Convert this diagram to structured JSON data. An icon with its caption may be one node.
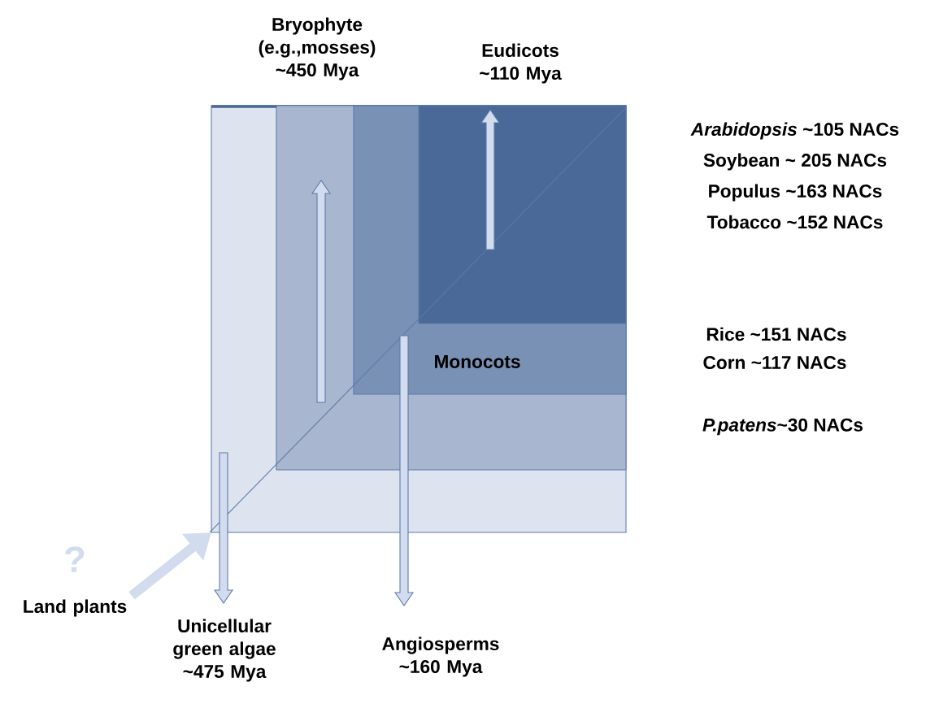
{
  "diagram": {
    "nodes": [
      {
        "text": [],
        "shape": "box"
      },
      {
        "text": [],
        "shape": "box",
        "in": 0
      },
      {
        "text": [
          "Monocots"
        ],
        "in": 1
      },
      {
        "text": [],
        "shape": "box",
        "in": 2
      },
      {
        "text": [
          "Bryophyte (e.g.,mosses) ~450 Mya"
        ]
      },
      {
        "text": [
          "Eudicots ~110 Mya"
        ]
      },
      {
        "text": [
          "Angiosperms ~160 Mya"
        ]
      },
      {
        "text": [
          "Unicellular green algae ~475 Mya"
        ]
      },
      {
        "text": [
          "Land plants"
        ]
      }
    ],
    "edges": [
      {
        "from": 8,
        "to": 0,
        "arrow": "to"
      }
    ],
    "labels": [
      "*Arabidopsis* ~105 NACs",
      "Soybean ~ 205 NACs",
      "Populus ~163 NACs",
      "Tobacco ~152 NACs",
      "Rice ~151 NACs",
      "Corn ~117 NACs",
      "*P.patens*~30 NACs",
      "?"
    ]
  }
}
